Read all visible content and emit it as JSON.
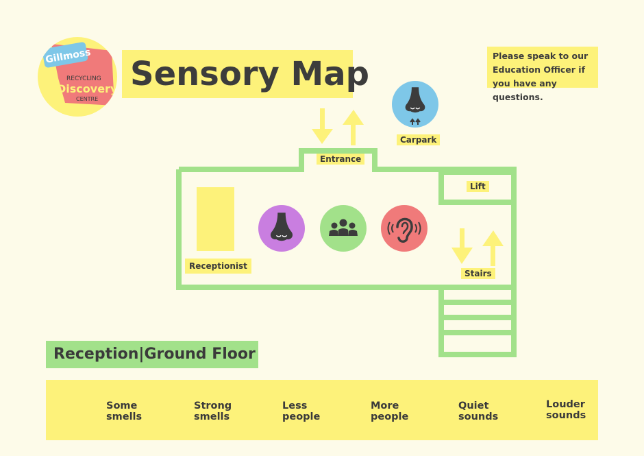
{
  "title": "Sensory Map",
  "note": "Please speak to our Education Officer if you have any questions.",
  "logo": {
    "line1": "Gillmoss",
    "line2": "RECYCLING",
    "line3": "Discovery",
    "line4": "CENTRE"
  },
  "map": {
    "entrance": "Entrance",
    "carpark": "Carpark",
    "lift": "Lift",
    "stairs": "Stairs",
    "receptionist": "Receptionist"
  },
  "floor_label": "Reception|Ground Floor",
  "legend": [
    {
      "line1": "Some",
      "line2": "smells",
      "icon": "nose-icon",
      "color": "#c97ee0"
    },
    {
      "line1": "Strong",
      "line2": "smells",
      "icon": "nose-strong-icon",
      "color": "#7ec7e8"
    },
    {
      "line1": "Less",
      "line2": "people",
      "icon": "person-icon",
      "color": "#f2a9d1"
    },
    {
      "line1": "More",
      "line2": "people",
      "icon": "group-icon",
      "color": "#a2e18a"
    },
    {
      "line1": "Quiet",
      "line2": "sounds",
      "icon": "ear-icon",
      "color": "#f9b06a"
    },
    {
      "line1": "Louder",
      "line2": "sounds",
      "icon": "ear-loud-icon",
      "color": "#f07a7a"
    }
  ],
  "colors": {
    "background": "#fdfbe9",
    "yellow": "#fdf27a",
    "wall_green": "#a2e18a",
    "purple": "#c97ee0",
    "blue": "#7ec7e8",
    "pink": "#f2a9d1",
    "orange": "#f9b06a",
    "red": "#f07a7a",
    "icon_dark": "#3c3c3c"
  }
}
